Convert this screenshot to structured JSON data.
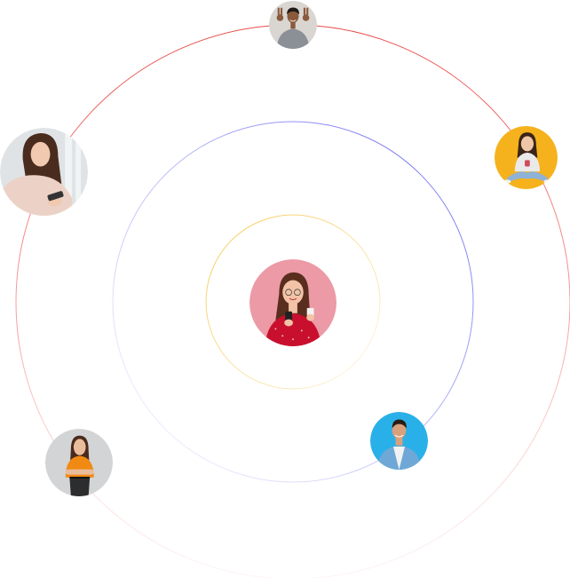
{
  "rings": [
    {
      "name": "outer-ring",
      "color": "#e53935",
      "fade_to": "#ffe3e3"
    },
    {
      "name": "middle-ring",
      "color": "#5b5bf0",
      "fade_to": "#ececff"
    },
    {
      "name": "inner-ring",
      "color": "#f4c542",
      "fade_to": "#fff8e6"
    }
  ],
  "avatars": [
    {
      "name": "avatar-center-woman-red-top",
      "icon": "woman-holding-phone-icon",
      "bg": "#ec9aa6",
      "shirt": "#c8102e",
      "hair": "#5a2e1e",
      "skin": "#f2c3a6"
    },
    {
      "name": "avatar-top-man-peace-sign",
      "icon": "man-peace-sign-icon",
      "bg": "#d9d6d2",
      "shirt": "#8b8f96",
      "hair": "#1e1a18",
      "skin": "#8a5a3c"
    },
    {
      "name": "avatar-right-woman-yellow",
      "icon": "woman-sitting-phone-icon",
      "bg": "#f5b21c",
      "shirt": "#eaeaea",
      "hair": "#3b2418",
      "skin": "#f0c6a8"
    },
    {
      "name": "avatar-left-woman-sweater",
      "icon": "woman-using-phone-icon",
      "bg": "#dfe3e6",
      "shirt": "#ecd2c6",
      "hair": "#4a2c1e",
      "skin": "#f1c9b0"
    },
    {
      "name": "avatar-bottom-left-woman-orange",
      "icon": "woman-arms-crossed-icon",
      "bg": "#d2d4d6",
      "shirt": "#f08a12",
      "hair": "#4a2a1c",
      "skin": "#e9bd9c"
    },
    {
      "name": "avatar-bottom-right-man-denim",
      "icon": "man-denim-shirt-icon",
      "bg": "#29b0e8",
      "shirt": "#6fa8d6",
      "hair": "#2b1c14",
      "skin": "#d9a07c"
    }
  ]
}
